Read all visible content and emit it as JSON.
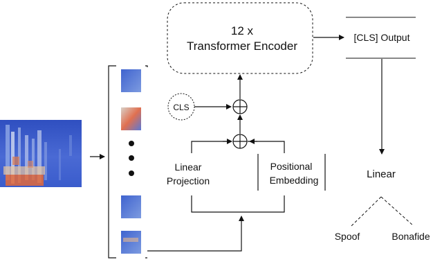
{
  "encoder": {
    "line1": "12 x",
    "line2": "Transformer Encoder"
  },
  "cls_output": "[CLS] Output",
  "cls_token": "CLS",
  "linear_projection": {
    "line1": "Linear",
    "line2": "Projection"
  },
  "positional_embedding": {
    "line1": "Positional",
    "line2": "Embedding"
  },
  "linear_head": "Linear",
  "outputs": {
    "spoof": "Spoof",
    "bonafide": "Bonafide"
  },
  "colors": {
    "spectrogram_blue": "#3558c8",
    "spectrogram_hot": "#e0663a",
    "line": "#111111"
  }
}
